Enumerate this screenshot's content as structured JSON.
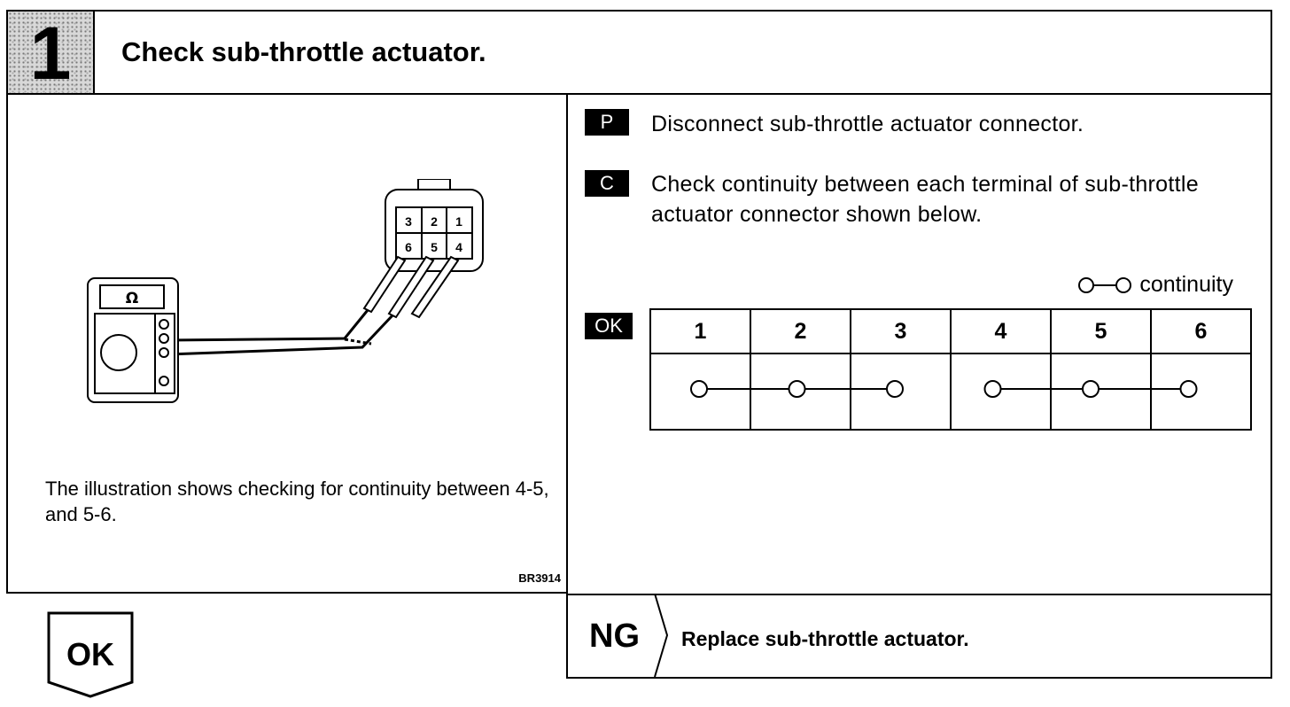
{
  "header": {
    "step_number": "1",
    "title": "Check sub-throttle actuator."
  },
  "illustration": {
    "meter_symbol": "Ω",
    "connector_top_row": [
      "3",
      "2",
      "1"
    ],
    "connector_bottom_row": [
      "6",
      "5",
      "4"
    ],
    "caption": "The illustration shows checking for continuity between 4-5, and 5-6.",
    "figure_code": "BR3914"
  },
  "procedure": {
    "tag_p": "P",
    "instruction_p": "Disconnect sub-throttle actuator connector.",
    "tag_c": "C",
    "instruction_c": "Check continuity between each terminal of sub-throttle actuator connector shown below.",
    "legend_label": "continuity",
    "tag_ok": "OK",
    "table_headers": [
      "1",
      "2",
      "3",
      "4",
      "5",
      "6"
    ],
    "continuity_groups": [
      [
        "1",
        "2",
        "3"
      ],
      [
        "4",
        "5",
        "6"
      ]
    ]
  },
  "result": {
    "ok_label": "OK",
    "ng_label": "NG",
    "ng_action": "Replace sub-throttle actuator."
  },
  "colors": {
    "ink": "#000000",
    "paper": "#ffffff",
    "step_box_fill": "#d8d8d8"
  }
}
